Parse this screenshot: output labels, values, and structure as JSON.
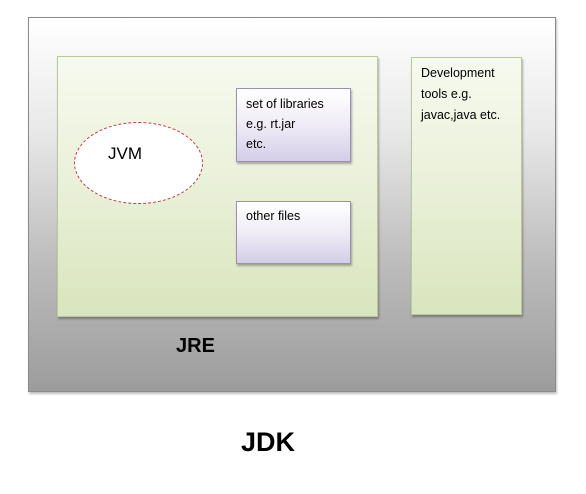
{
  "diagram": {
    "jdk_label": "JDK",
    "jre_label": "JRE",
    "jvm_label": "JVM",
    "libraries_box": {
      "lines": [
        "set of libraries",
        "e.g. rt.jar",
        "etc."
      ]
    },
    "other_files_box": {
      "label": "other files"
    },
    "dev_tools_box": {
      "lines": [
        "Development",
        "tools e.g.",
        "javac,java etc."
      ]
    },
    "colors": {
      "jdk_fill_top": "#ffffff",
      "jdk_fill_bottom": "#9c9c9c",
      "jre_fill": "#e8efd6",
      "inner_box_fill": "#d4cde7",
      "jvm_border": "#c0393b"
    }
  }
}
